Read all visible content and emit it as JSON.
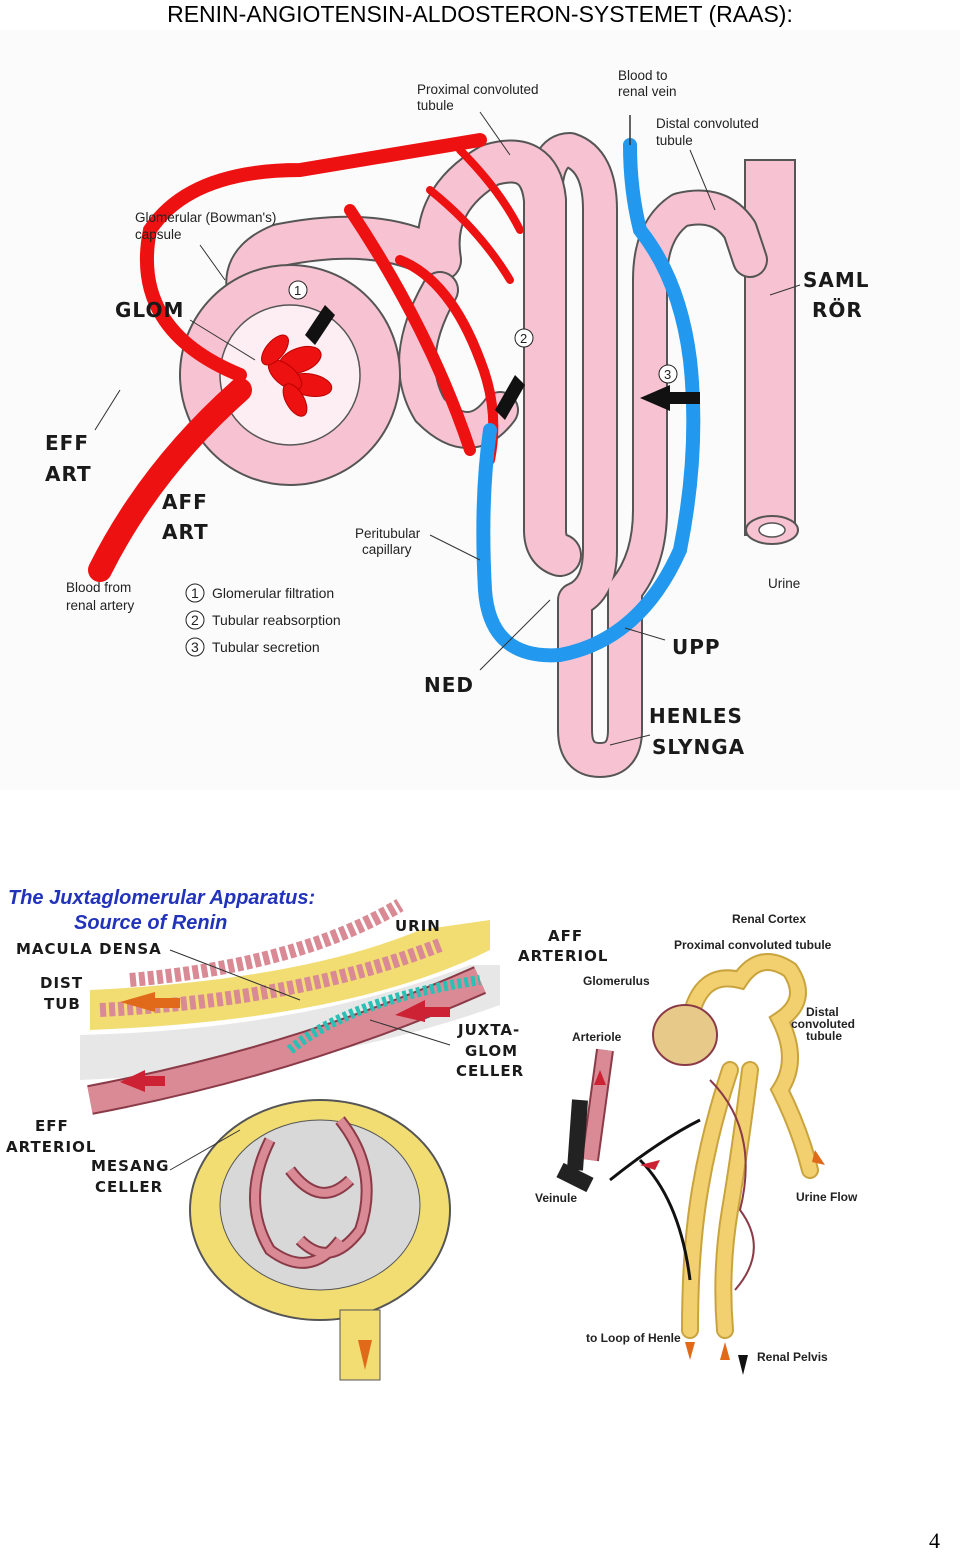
{
  "page": {
    "title": "RENIN-ANGIOTENSIN-ALDOSTERON-SYSTEMET (RAAS):",
    "page_number": "4"
  },
  "nephron_diagram": {
    "labels": {
      "proximal_tubule": [
        "Proximal convoluted",
        "tubule"
      ],
      "blood_to_vein": [
        "Blood to",
        "renal vein"
      ],
      "distal_tubule": [
        "Distal convoluted",
        "tubule"
      ],
      "bowmans_capsule": [
        "Glomerular (Bowman's)",
        "capsule"
      ],
      "glom": "GLOM",
      "saml_ror": [
        "SAML",
        "RÖR"
      ],
      "eff_art": [
        "EFF",
        "ART"
      ],
      "aff_art": [
        "AFF",
        "ART"
      ],
      "peritubular": [
        "Peritubular",
        "capillary"
      ],
      "blood_from_artery": [
        "Blood from",
        "renal artery"
      ],
      "urine": "Urine",
      "upp": "UPP",
      "ned": "NED",
      "henles_slynga": [
        "HENLES",
        "SLYNGA"
      ],
      "step_1": "1",
      "step_2": "2",
      "step_3": "3"
    },
    "legend": [
      {
        "num": "1",
        "text": "Glomerular filtration"
      },
      {
        "num": "2",
        "text": "Tubular reabsorption"
      },
      {
        "num": "3",
        "text": "Tubular secretion"
      }
    ],
    "colors": {
      "artery": "#ee1111",
      "vein": "#2299ee",
      "tubule": "#f7c3d3",
      "tubule_outline": "#555555"
    }
  },
  "jga_diagram": {
    "title": [
      "The Juxtaglomerular Apparatus:",
      "Source of Renin"
    ],
    "labels": {
      "macula_densa": "MACULA DENSA",
      "urin": "URIN",
      "dist_tub": [
        "DIST",
        "TUB"
      ],
      "aff_arteriol": [
        "AFF",
        "ARTERIOL"
      ],
      "juxta_glom": [
        "JUXTA-",
        "GLOM",
        "CELLER"
      ],
      "eff_arteriol": [
        "EFF",
        "ARTERIOL"
      ],
      "mesang": [
        "MESANG",
        "CELLER"
      ]
    },
    "colors": {
      "vessel": "#d98a95",
      "tubule": "#f2dd73",
      "cells": "#2bbfb5"
    }
  },
  "cortex_diagram": {
    "labels": {
      "renal_cortex": "Renal Cortex",
      "proximal": "Proximal  convoluted  tubule",
      "glomerulus": "Glomerulus",
      "distal": [
        "Distal",
        "convoluted",
        "tubule"
      ],
      "arteriole": "Arteriole",
      "veinule": "Veinule",
      "urine_flow": "Urine Flow",
      "loop": "to Loop of Henle",
      "pelvis": "Renal Pelvis"
    },
    "colors": {
      "tubule": "#f2d070",
      "vessel": "#c25a64"
    }
  }
}
